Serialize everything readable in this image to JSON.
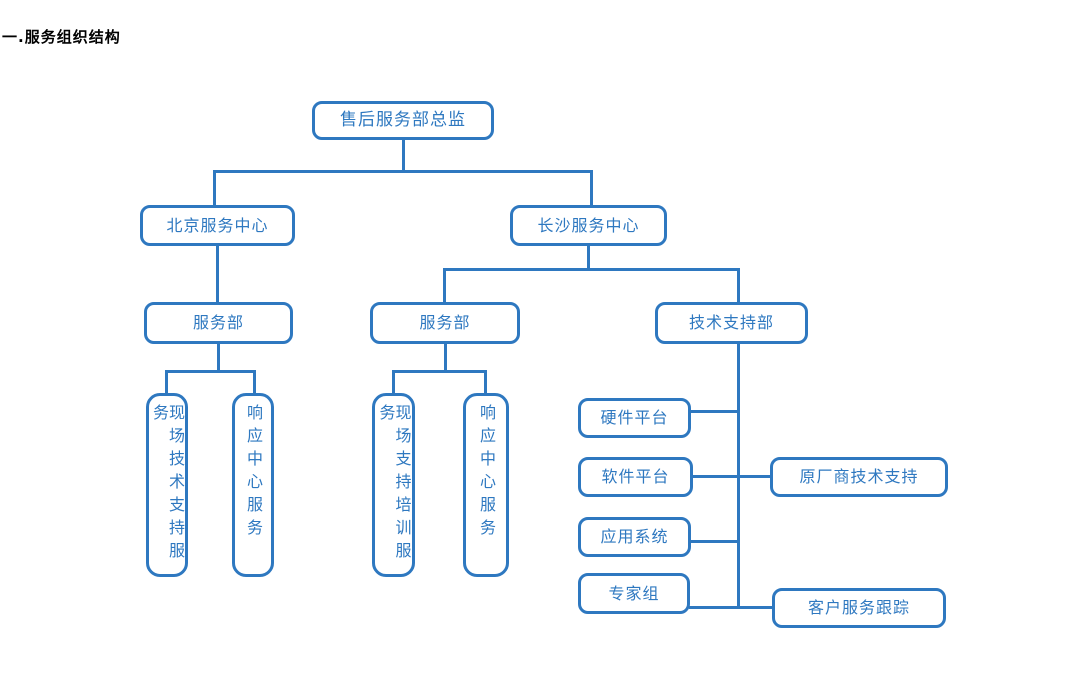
{
  "title": "一.服务组织结构",
  "colors": {
    "accent": "#2E78C0",
    "title_text": "#000000",
    "background": "#FFFFFF"
  },
  "org_chart": {
    "type": "organization-tree",
    "nodes": [
      {
        "id": "director",
        "label": "售后服务部总监",
        "parent": null
      },
      {
        "id": "beijing-center",
        "label": "北京服务中心",
        "parent": "director"
      },
      {
        "id": "changsha-center",
        "label": "长沙服务中心",
        "parent": "director"
      },
      {
        "id": "beijing-service-dept",
        "label": "服务部",
        "parent": "beijing-center"
      },
      {
        "id": "changsha-service-dept",
        "label": "服务部",
        "parent": "changsha-center"
      },
      {
        "id": "tech-support-dept",
        "label": "技术支持部",
        "parent": "changsha-center"
      },
      {
        "id": "onsite-tech-support-service",
        "label": "现场技术支持服务",
        "parent": "beijing-service-dept"
      },
      {
        "id": "response-center-service-beijing",
        "label": "响应中心服务",
        "parent": "beijing-service-dept"
      },
      {
        "id": "onsite-support-training-service",
        "label": "现场支持培训服务",
        "parent": "changsha-service-dept"
      },
      {
        "id": "response-center-service-changsha",
        "label": "响应中心服务",
        "parent": "changsha-service-dept"
      },
      {
        "id": "hardware-platform",
        "label": "硬件平台",
        "parent": "tech-support-dept"
      },
      {
        "id": "software-platform",
        "label": "软件平台",
        "parent": "tech-support-dept"
      },
      {
        "id": "application-system",
        "label": "应用系统",
        "parent": "tech-support-dept"
      },
      {
        "id": "expert-group",
        "label": "专家组",
        "parent": "tech-support-dept"
      },
      {
        "id": "oem-tech-support",
        "label": "原厂商技术支持",
        "parent": "software-platform"
      },
      {
        "id": "customer-service-tracking",
        "label": "客户服务跟踪",
        "parent": "expert-group"
      }
    ]
  }
}
